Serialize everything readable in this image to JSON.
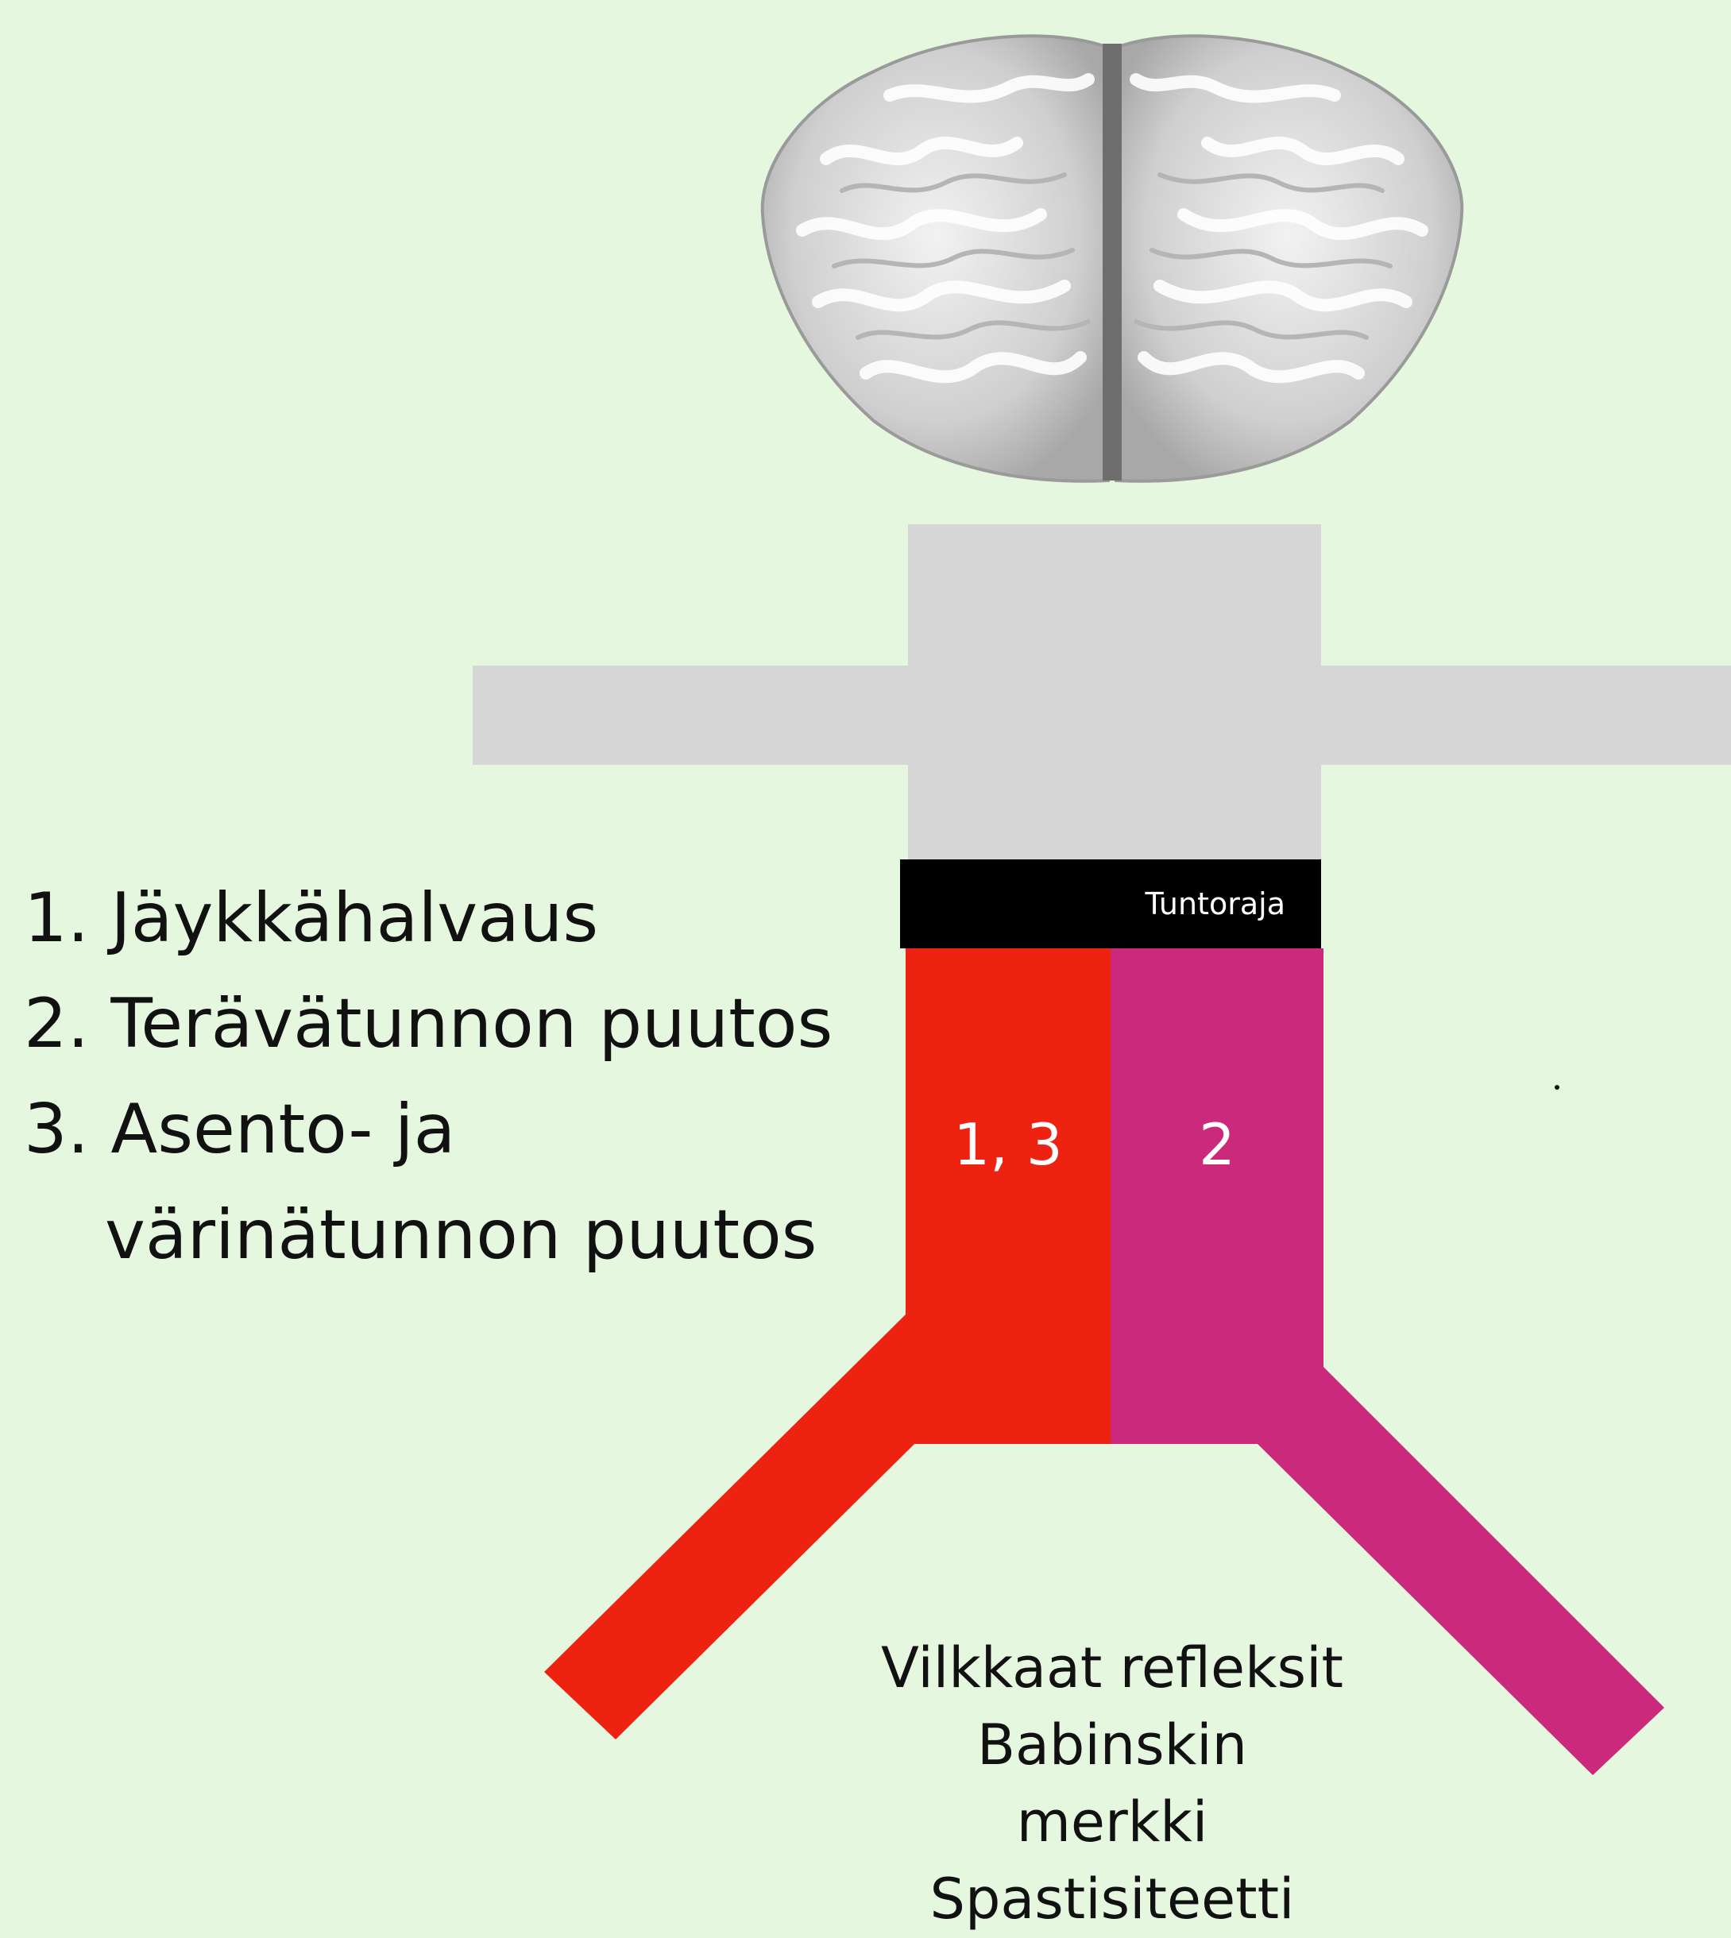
{
  "labels": {
    "sensory_level": "Tuntoraja"
  },
  "zones": {
    "left": "1, 3",
    "right": "2"
  },
  "legend": {
    "item1": "1.  Jäykkähalvaus",
    "item2": "2. Terävätunnon puutos",
    "item3a": "3. Asento- ja",
    "item3b": "värinätunnon puutos"
  },
  "signs": [
    "Vilkkaat refleksit",
    "Babinskin merkki",
    "Spastisiteetti"
  ],
  "colors": {
    "background": "#e6f7e0",
    "body": "#d6d6d6",
    "band": "#000000",
    "left_zone": "#ee2211",
    "right_zone": "#cb2a7c"
  },
  "icons": {
    "top": "brain-icon"
  }
}
